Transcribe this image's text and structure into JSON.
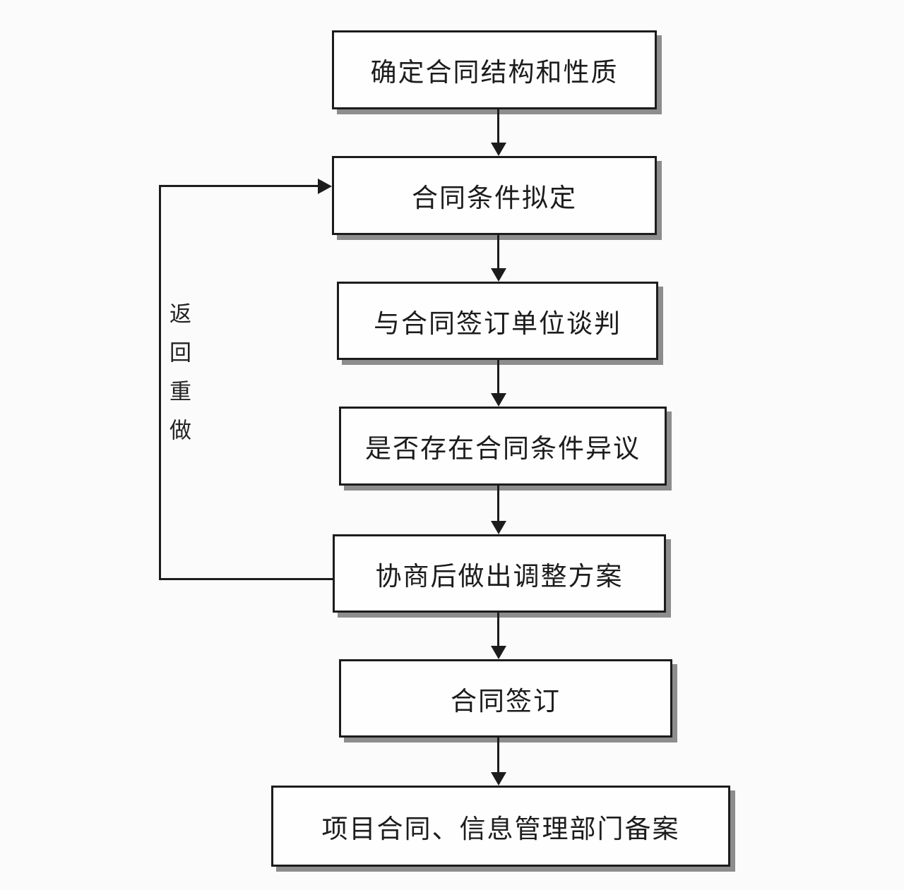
{
  "diagram": {
    "type": "flowchart",
    "direction": "top-down",
    "nodes": [
      {
        "label": "确定合同结构和性质"
      },
      {
        "label": "合同条件拟定"
      },
      {
        "label": "与合同签订单位谈判"
      },
      {
        "label": "是否存在合同条件异议"
      },
      {
        "label": "协商后做出调整方案"
      },
      {
        "label": "合同签订"
      },
      {
        "label": "项目合同、信息管理部门备案"
      }
    ],
    "edges": [
      {
        "from": "确定合同结构和性质",
        "to": "合同条件拟定"
      },
      {
        "from": "合同条件拟定",
        "to": "与合同签订单位谈判"
      },
      {
        "from": "与合同签订单位谈判",
        "to": "是否存在合同条件异议"
      },
      {
        "from": "是否存在合同条件异议",
        "to": "协商后做出调整方案"
      },
      {
        "from": "协商后做出调整方案",
        "to": "合同签订"
      },
      {
        "from": "合同签订",
        "to": "项目合同、信息管理部门备案"
      },
      {
        "from": "协商后做出调整方案",
        "to": "合同条件拟定",
        "type": "loop-back",
        "label": "返回重做"
      }
    ],
    "loop_label": "返回重做",
    "colors": {
      "line": "#1c1c1c",
      "box_border": "#1c1c1c",
      "box_background": "#fefefe",
      "box_shadow": "#8d8d8d",
      "page_background": "#fbfbfb"
    }
  }
}
